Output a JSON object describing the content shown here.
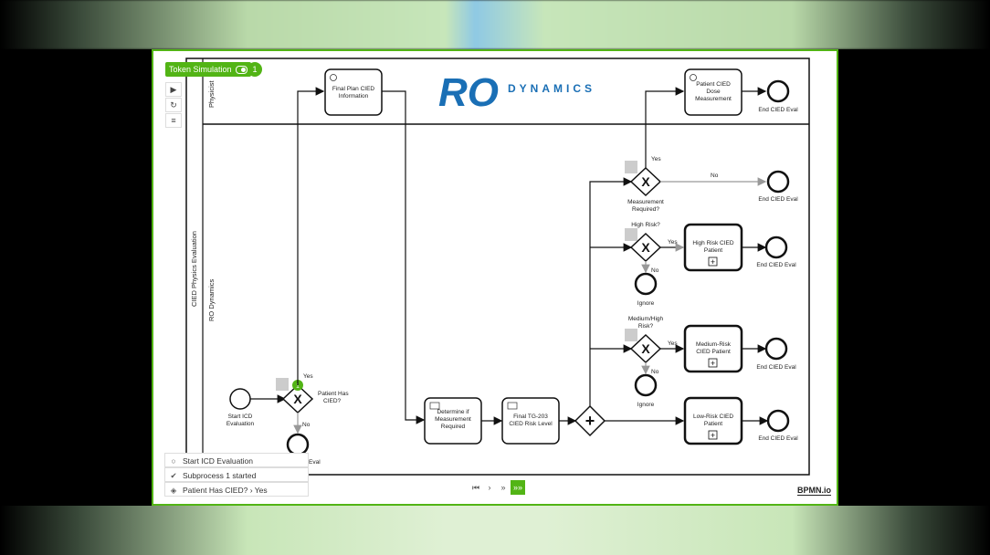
{
  "brand": {
    "logo_letters": "RO",
    "logo_word": "DYNAMICS",
    "accent_color": "#52b415",
    "logo_color": "#1a6fb5"
  },
  "toolbar": {
    "token_simulation_label": "Token Simulation",
    "token_count": "1",
    "play_icon": "▶",
    "reset_icon": "↻",
    "log_icon": "≡"
  },
  "lanes": {
    "pool_label": "CIED Physics Evaluation",
    "lane_top": "Physicist",
    "lane_main": "RO Dynamics"
  },
  "nodes": {
    "start_event": "Start ICD Evaluation",
    "gateway_patient_has_cied": "Patient Has CIED?",
    "gateway_patient_has_cied_token": "1",
    "yes": "Yes",
    "no": "No",
    "end_no_cied": "End CIED Eval",
    "task_final_plan": "Final Plan CIED Information",
    "task_determine_measurement": "Determine if Measurement Required",
    "task_final_tg203": "Final TG-203 CIED Risk Level",
    "gateway_measurement": "Measurement Required?",
    "task_dose_measurement": "Patient CIED Dose Measurement",
    "end_dose": "End CIED Eval",
    "end_no_measurement": "End CIED Eval",
    "gateway_high_risk": "High Risk?",
    "sub_high_risk": "High Risk CIED Patient",
    "end_high_risk": "End CIED Eval",
    "ignore_high": "Ignore",
    "gateway_medium_high": "Medium/High Risk?",
    "sub_medium_risk": "Medium-Risk CIED Patient",
    "end_medium": "End CIED Eval",
    "ignore_medium": "Ignore",
    "sub_low_risk": "Low-Risk CIED Patient",
    "end_low": "End CIED Eval"
  },
  "log": [
    {
      "icon": "○",
      "text": "Start ICD Evaluation"
    },
    {
      "icon": "✔",
      "text": "Subprocess 1 started"
    },
    {
      "icon": "◈",
      "text": "Patient Has CIED? › Yes"
    }
  ],
  "pager": {
    "first": "⏮",
    "next": "›",
    "fast": "»",
    "end": "»»"
  },
  "footer": {
    "bpmn_logo": "BPMN.io"
  }
}
